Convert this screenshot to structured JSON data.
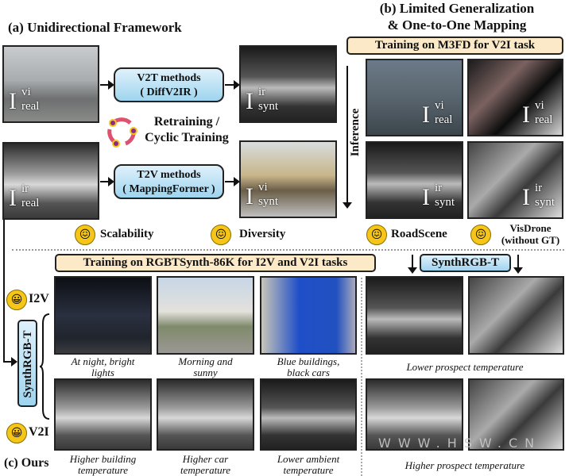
{
  "panel_a": {
    "title": "(a) Unidirectional Framework",
    "v2t": {
      "line1": "V2T methods",
      "line2": "( DiffV2IR )"
    },
    "t2v": {
      "line1": "T2V methods",
      "line2": "( MappingFormer )"
    },
    "retraining": {
      "line1": "Retraining /",
      "line2": "Cyclic Training"
    },
    "img_labels": {
      "vi_real": {
        "main": "I",
        "sup": "vi",
        "sub": "real"
      },
      "ir_synt": {
        "main": "I",
        "sup": "ir",
        "sub": "synt"
      },
      "ir_real": {
        "main": "I",
        "sup": "ir",
        "sub": "real"
      },
      "vi_synt": {
        "main": "I",
        "sup": "vi",
        "sub": "synt"
      }
    },
    "issues": [
      "Scalability",
      "Diversity"
    ]
  },
  "panel_b": {
    "title_line1": "(b) Limited Generalization",
    "title_line2": "& One-to-One Mapping",
    "training_box": "Training on M3FD for V2I task",
    "inference": "Inference",
    "issues": [
      "RoadScene"
    ],
    "visdrone_line1": "VisDrone",
    "visdrone_line2": "(without GT)"
  },
  "panel_c": {
    "title": "(c) Ours",
    "training_box": "Training on RGBTSynth-86K for I2V and V2I tasks",
    "synth_box": "SynthRGB-T",
    "synth_vertical": "SynthRGB-T",
    "i2v": "I2V",
    "v2i": "V2I",
    "row1_captions": [
      {
        "l1": "At night, bright",
        "l2": "lights"
      },
      {
        "l1": "Morning and",
        "l2": "sunny"
      },
      {
        "l1": "Blue buildings,",
        "l2": "black cars"
      }
    ],
    "row2_captions": [
      {
        "l1": "Higher building",
        "l2": "temperature"
      },
      {
        "l1": "Higher car",
        "l2": "temperature"
      },
      {
        "l1": "Lower ambient",
        "l2": "temperature"
      }
    ],
    "right_caption1": "Lower prospect temperature",
    "right_caption2": "Higher prospect temperature"
  },
  "emoji": {
    "sad": "😖",
    "happy": "😀"
  },
  "watermark": "WWW.HSW.CN"
}
